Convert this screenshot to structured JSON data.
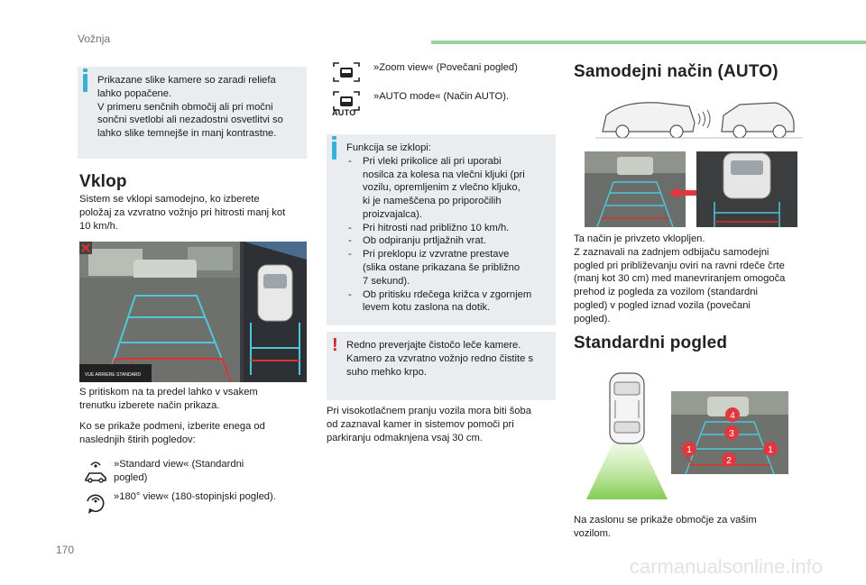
{
  "header": {
    "section_label": "Vožnja"
  },
  "footer": {
    "page_number": "170",
    "watermark": "carmanualsonline.info"
  },
  "col1": {
    "info_text": "Prikazane slike kamere so zaradi reliefa\nlahko popačene.\nV primeru senčnih območij ali pri močni\nsončni svetlobi ali nezadostni osvetlitvi so\nlahko slike temnejše in manj kontrastne.",
    "heading": "Vklop",
    "para1": "Sistem se vklopi samodejno, ko izberete\npoložaj za vzvratno vožnjo pri hitrosti manj kot\n10 km/h.",
    "screen_label": "VUE ARRIERE STANDARD",
    "para2": "S pritiskom na ta predel lahko v vsakem\ntrenutku izberete način prikaza.",
    "para3": "Ko se prikaže podmeni, izberite enega od\nnaslednjih štirih pogledov:",
    "view_standard": "»Standard view« (Standardni\npogled)",
    "view_180": "»180° view« (180-stopinjski pogled)."
  },
  "col2": {
    "view_zoom": "»Zoom view« (Povečani pogled)",
    "view_auto": "»AUTO mode« (Način AUTO).",
    "auto_icon_label": "AUTO",
    "info_intro": "Funkcija se izklopi:",
    "info_items": [
      "Pri vleki prikolice ali pri uporabi\nnosilca za kolesa na vlečni kljuki (pri\nvozilu, opremljenim z vlečno kljuko,\nki je nameščena po priporočilih\nproizvajalca).",
      "Pri hitrosti nad približno 10 km/h.",
      "Ob odpiranju prtljažnih vrat.",
      "Pri preklopu iz vzvratne prestave\n(slika ostane prikazana še približno\n7 sekund).",
      "Ob pritisku rdečega križca v zgornjem\nlevem kotu zaslona na dotik."
    ],
    "warn_text": "Redno preverjajte čistočo leče kamere.\nKamero za vzvratno vožnjo redno čistite s\nsuho mehko krpo.",
    "para": "Pri visokotlačnem pranju vozila mora biti šoba\nod zaznaval kamer in sistemov pomoči pri\nparkiranju odmaknjena vsaj 30 cm."
  },
  "col3": {
    "heading_auto": "Samodejni način (AUTO)",
    "para_auto": "Ta način je privzeto vklopljen.\nZ zaznavali na zadnjem odbijaču samodejni\npogled pri približevanju oviri na ravni rdeče črte\n(manj kot 30 cm) med manevriranjem omogoča\nprehod iz pogleda za vozilom (standardni\npogled) v pogled iznad vozila (povečani\npogled).",
    "heading_std": "Standardni pogled",
    "callouts": [
      "4",
      "3",
      "1",
      "2",
      "1"
    ],
    "para_std": "Na zaslonu se prikaže območje za vašim\nvozilom."
  },
  "colors": {
    "accent_green": "#9ad19f",
    "info_blue": "#3ab0d6",
    "warn_red": "#d42027",
    "callout_red": "#e0383e"
  }
}
